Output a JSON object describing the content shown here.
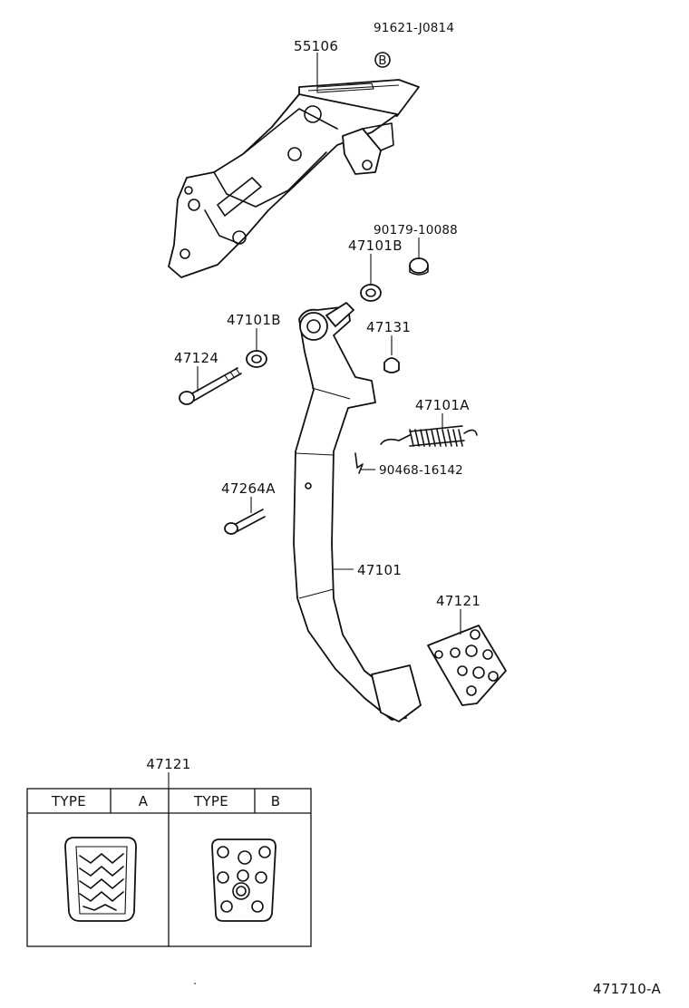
{
  "callouts": {
    "p91621": "91621-J0814",
    "p55106": "55106",
    "markB": "B",
    "p90179": "90179-10088",
    "p47101B_top": "47101B",
    "p47101B_left": "47101B",
    "p47131": "47131",
    "p47124": "47124",
    "p47101A": "47101A",
    "p90468": "90468-16142",
    "p47264A": "47264A",
    "p47101": "47101",
    "p47121_pad": "47121"
  },
  "type_table": {
    "part_number": "47121",
    "col_a_type": "TYPE",
    "col_a_value": "A",
    "col_b_type": "TYPE",
    "col_b_value": "B"
  },
  "footer": {
    "diagram_code": "471710-A"
  }
}
